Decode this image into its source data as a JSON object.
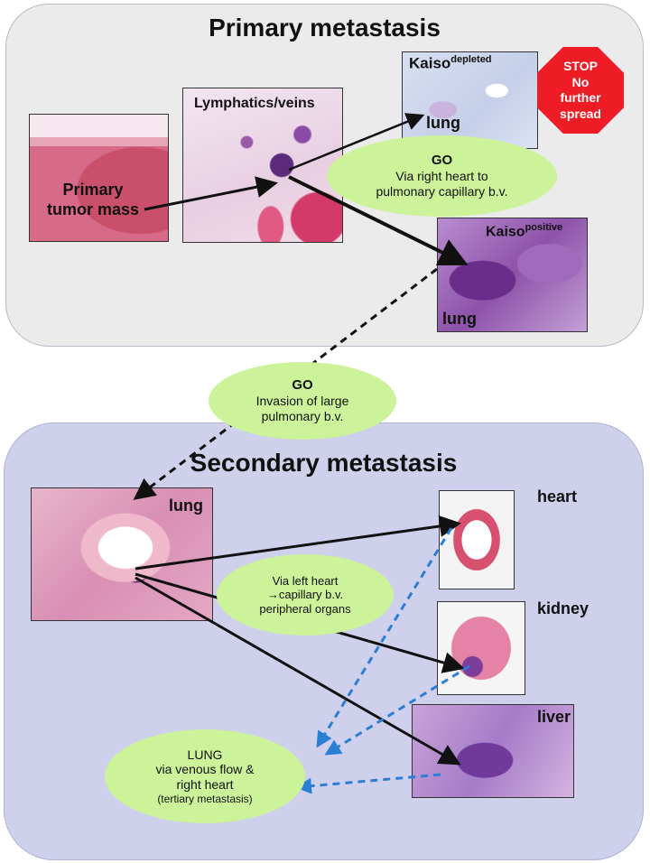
{
  "primary": {
    "title": "Primary metastasis",
    "primary_tumor_label": "Primary\ntumor mass",
    "lymphatics_label": "Lymphatics/veins",
    "kaiso_depleted": {
      "base": "Kaiso",
      "sup": "depleted",
      "organ": "lung"
    },
    "kaiso_positive": {
      "base": "Kaiso",
      "sup": "positive",
      "organ": "lung"
    },
    "stop_sign": [
      "STOP",
      "No",
      "further",
      "spread"
    ],
    "go_right_heart": {
      "title": "GO",
      "line1": "Via right heart to",
      "line2": "pulmonary capillary b.v."
    }
  },
  "middle": {
    "go_invasion": {
      "title": "GO",
      "line1": "Invasion of large",
      "line2": "pulmonary b.v."
    }
  },
  "secondary": {
    "title": "Secondary metastasis",
    "lung_label": "lung",
    "heart_label": "heart",
    "kidney_label": "kidney",
    "liver_label": "liver",
    "via_left_heart": {
      "line1": "Via left heart",
      "line2": "→capillary b.v.",
      "line3": "peripheral organs"
    },
    "lung_return": {
      "line1": "LUNG",
      "line2": "via venous flow &",
      "line3": "right heart",
      "line4": "(tertiary metastasis)"
    }
  },
  "colors": {
    "primary_panel": "#ebebeb",
    "secondary_panel": "#cfd0ec",
    "ellipse_green": "#ccf29a",
    "stop_red": "#ee1c24",
    "arrow_black": "#111111",
    "arrow_blue_dashed": "#2a7fd4",
    "tissue_pink": "#e08aa6",
    "tissue_purple": "#8a4aa6"
  }
}
